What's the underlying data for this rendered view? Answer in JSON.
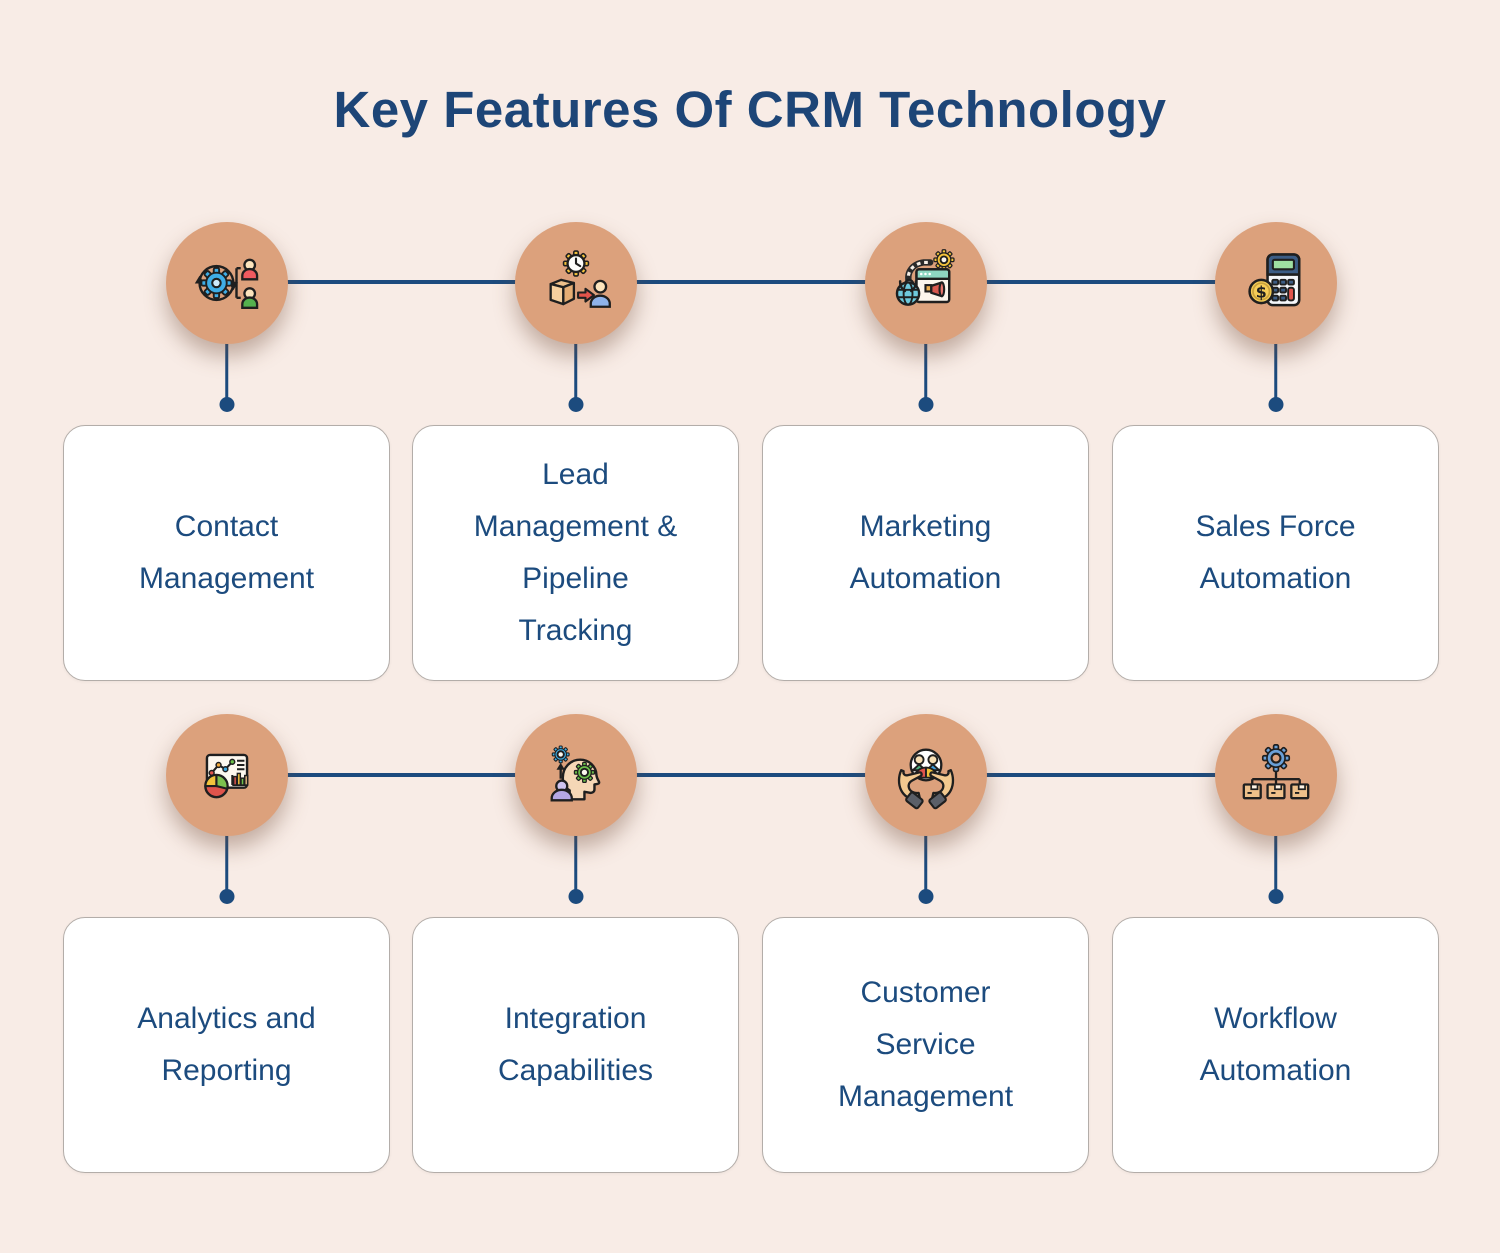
{
  "title": "Key Features Of CRM Technology",
  "theme": {
    "background": "#f8ece6",
    "accent_navy": "#1c4b7e",
    "circle_fill": "#dca17c",
    "card_background": "#ffffff",
    "card_border": "#b3ada9"
  },
  "features": [
    {
      "label": "Contact\nManagement",
      "icon": "sync-gear-users-icon"
    },
    {
      "label": "Lead\nManagement &\nPipeline\nTracking",
      "icon": "package-delivery-clock-icon"
    },
    {
      "label": "Marketing\nAutomation",
      "icon": "megaphone-browser-globe-icon"
    },
    {
      "label": "Sales Force\nAutomation",
      "icon": "calculator-dollar-coin-icon"
    },
    {
      "label": "Analytics and\nReporting",
      "icon": "charts-dashboard-icon"
    },
    {
      "label": "Integration\nCapabilities",
      "icon": "head-gears-person-icon"
    },
    {
      "label": "Customer\nService\nManagement",
      "icon": "hands-holding-team-icon"
    },
    {
      "label": "Workflow\nAutomation",
      "icon": "gear-packages-flow-icon"
    }
  ]
}
